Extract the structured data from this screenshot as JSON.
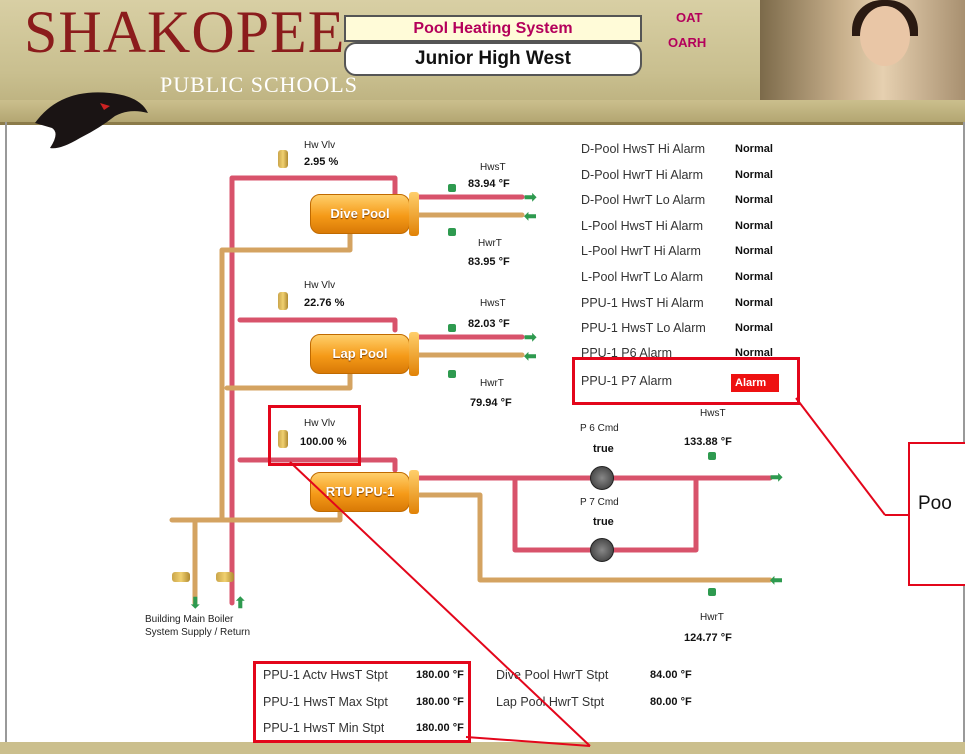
{
  "header": {
    "brand": "SHAKOPEE",
    "brand_sub": "PUBLIC SCHOOLS",
    "title": "Pool Heating System",
    "subtitle": "Junior High West",
    "oat_label": "OAT",
    "oarh_label": "OARH"
  },
  "diagram": {
    "valves": [
      {
        "label": "Hw Vlv",
        "value": "2.95 %"
      },
      {
        "label": "Hw Vlv",
        "value": "22.76 %"
      },
      {
        "label": "Hw Vlv",
        "value": "100.00 %"
      }
    ],
    "tanks": [
      "Dive Pool",
      "Lap Pool",
      "RTU PPU-1"
    ],
    "temps": [
      {
        "label": "HwsT",
        "value": "83.94 °F"
      },
      {
        "label": "HwrT",
        "value": "83.95 °F"
      },
      {
        "label": "HwsT",
        "value": "82.03 °F"
      },
      {
        "label": "HwrT",
        "value": "79.94 °F"
      },
      {
        "label": "HwsT",
        "value": "133.88 °F"
      },
      {
        "label": "HwrT",
        "value": "124.77 °F"
      }
    ],
    "pumps": [
      {
        "label": "P 6 Cmd",
        "value": "true"
      },
      {
        "label": "P 7 Cmd",
        "value": "true"
      }
    ],
    "boiler_label_1": "Building Main Boiler",
    "boiler_label_2": "System Supply / Return"
  },
  "alarms": [
    {
      "label": "D-Pool HwsT Hi Alarm",
      "status": "Normal"
    },
    {
      "label": "D-Pool HwrT Hi Alarm",
      "status": "Normal"
    },
    {
      "label": "D-Pool HwrT Lo Alarm",
      "status": "Normal"
    },
    {
      "label": "L-Pool HwsT Hi Alarm",
      "status": "Normal"
    },
    {
      "label": "L-Pool HwrT Hi Alarm",
      "status": "Normal"
    },
    {
      "label": "L-Pool HwrT Lo Alarm",
      "status": "Normal"
    },
    {
      "label": "PPU-1 HwsT Hi Alarm",
      "status": "Normal"
    },
    {
      "label": "PPU-1 HwsT Lo Alarm",
      "status": "Normal"
    },
    {
      "label": "PPU-1 P6 Alarm",
      "status": "Normal"
    },
    {
      "label": "PPU-1 P7 Alarm",
      "status": "Alarm"
    }
  ],
  "setpoints": [
    {
      "label": "PPU-1 Actv HwsT Stpt",
      "value": "180.00 °F"
    },
    {
      "label": "PPU-1 HwsT Max Stpt",
      "value": "180.00 °F"
    },
    {
      "label": "PPU-1 HwsT Min Stpt",
      "value": "180.00 °F"
    },
    {
      "label": "Dive Pool HwrT Stpt",
      "value": "84.00 °F"
    },
    {
      "label": "Lap Pool HwrT Stpt",
      "value": "80.00 °F"
    }
  ],
  "callout_text": "Poo",
  "colors": {
    "alarm": "#ee1111",
    "highlight": "#e3061b",
    "brand": "#8b1c1c"
  }
}
